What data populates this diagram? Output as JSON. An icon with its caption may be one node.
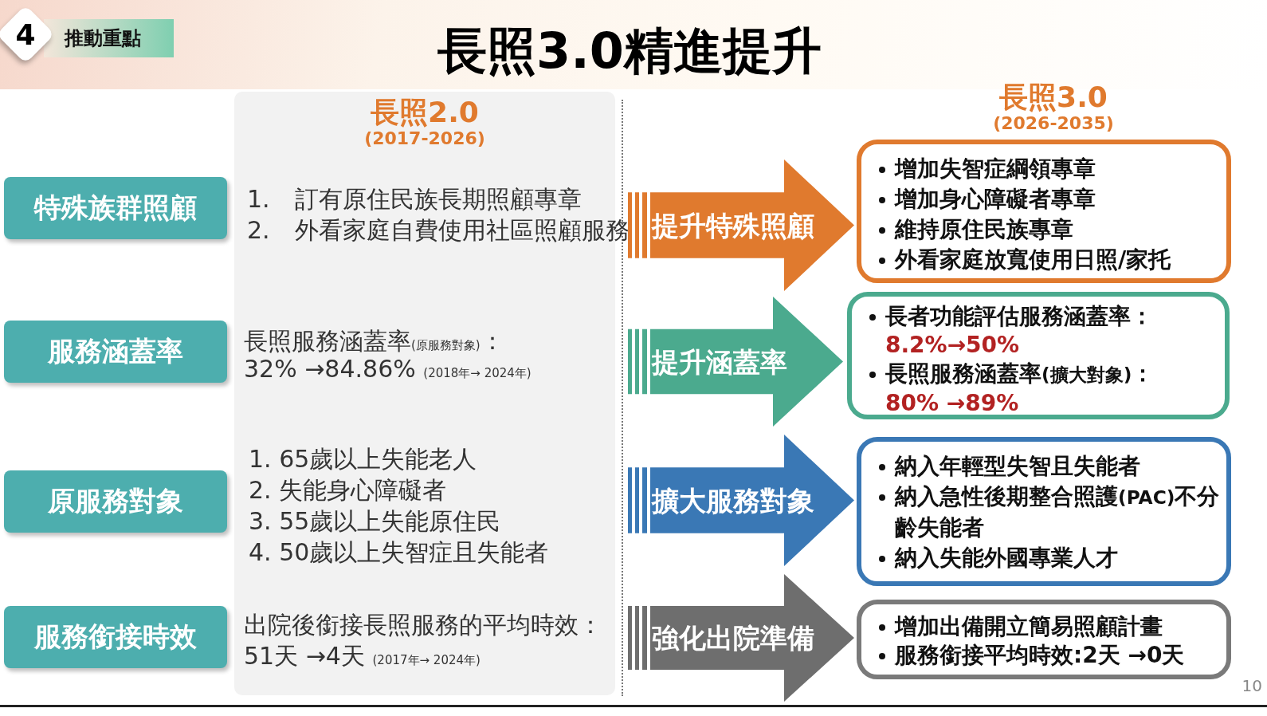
{
  "diagram": {
    "title": "長照3.0精進提升",
    "nodes": [
      {
        "text": [
          "特殊族群照顧"
        ]
      },
      {
        "text": [
          "服務涵蓋率"
        ]
      },
      {
        "text": [
          "原服務對象"
        ]
      },
      {
        "text": [
          "服務銜接時效"
        ]
      },
      {
        "text": [
          "長照2.0",
          "(2017-2026)",
          "1. 訂有原住民族長期照顧專章",
          "2. 外看家庭自費使用社區照顧服務",
          "長照服務涵蓋率(原服務對象)：",
          "32% →84.86% (2018年→ 2024年)",
          "1. 65歲以上失能老人",
          "2. 失能身心障礙者",
          "3. 55歲以上失能原住民",
          "4. 50歲以上失智症且失能者",
          "出院後銜接長照服務的平均時效：",
          "51天 →4天 (2017年→ 2024年)"
        ]
      },
      {
        "text": [
          "提升特殊照顧"
        ]
      },
      {
        "text": [
          "提升涵蓋率"
        ]
      },
      {
        "text": [
          "擴大服務對象"
        ]
      },
      {
        "text": [
          "強化出院準備"
        ]
      },
      {
        "text": [
          "增加失智症綱領專章",
          "增加身心障礙者專章",
          "維持原住民族專章",
          "外看家庭放寬使用日照/家托"
        ]
      },
      {
        "text": [
          "長者功能評估服務涵蓋率：",
          "8.2%→50%",
          "長照服務涵蓋率(擴大對象)：",
          "80% →89%"
        ]
      },
      {
        "text": [
          "納入年輕型失智且失能者",
          "納入急性後期整合照護(PAC)不分齡失能者",
          "納入失能外國專業人才"
        ]
      },
      {
        "text": [
          "增加出備開立簡易照顧計畫",
          "服務銜接平均時效:2天 →0天"
        ]
      }
    ],
    "labels": [
      "4",
      "推動重點",
      "長照3.0",
      "(2026-2035)",
      "10"
    ]
  }
}
